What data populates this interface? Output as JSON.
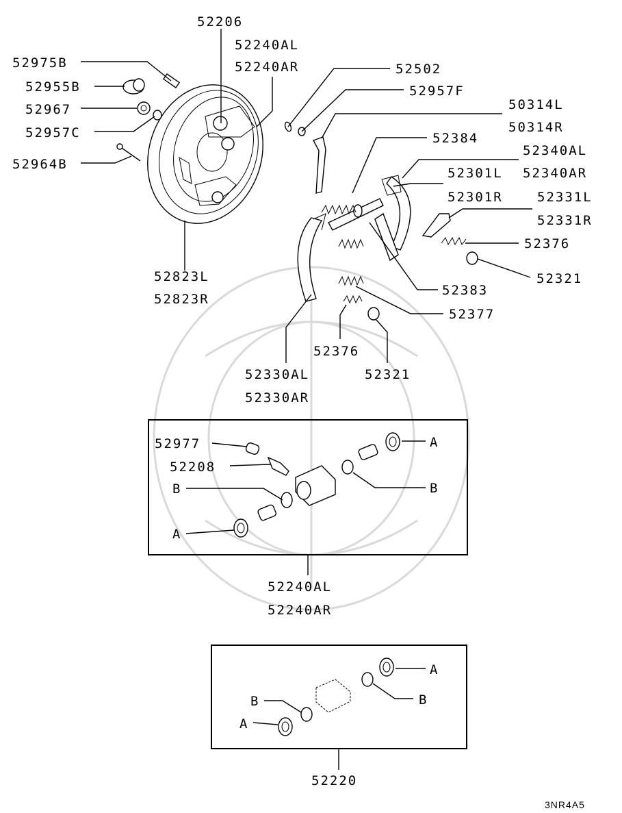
{
  "labels": {
    "p52206": "52206",
    "p52240AL_top": "52240AL",
    "p52240AR_top": "52240AR",
    "p52975B": "52975B",
    "p52955B": "52955B",
    "p52967": "52967",
    "p52957C": "52957C",
    "p52964B": "52964B",
    "p52823L": "52823L",
    "p52823R": "52823R",
    "p52502": "52502",
    "p52957F": "52957F",
    "p50314L": "50314L",
    "p50314R": "50314R",
    "p52384": "52384",
    "p52340AL": "52340AL",
    "p52340AR": "52340AR",
    "p52301L": "52301L",
    "p52301R": "52301R",
    "p52331L": "52331L",
    "p52331R": "52331R",
    "p52376_right": "52376",
    "p52321_right": "52321",
    "p52383": "52383",
    "p52377": "52377",
    "p52376_bottom": "52376",
    "p52321_bottom": "52321",
    "p52330AL": "52330AL",
    "p52330AR": "52330AR"
  },
  "box1": {
    "p52977": "52977",
    "p52208": "52208",
    "B_left": "B",
    "A_left": "A",
    "A_right": "A",
    "B_right": "B",
    "assy_L": "52240AL",
    "assy_R": "52240AR"
  },
  "box2": {
    "A_right": "A",
    "B_right": "B",
    "B_left": "B",
    "A_left": "A",
    "assy": "52220"
  },
  "diagram_code": "3NR4A5"
}
